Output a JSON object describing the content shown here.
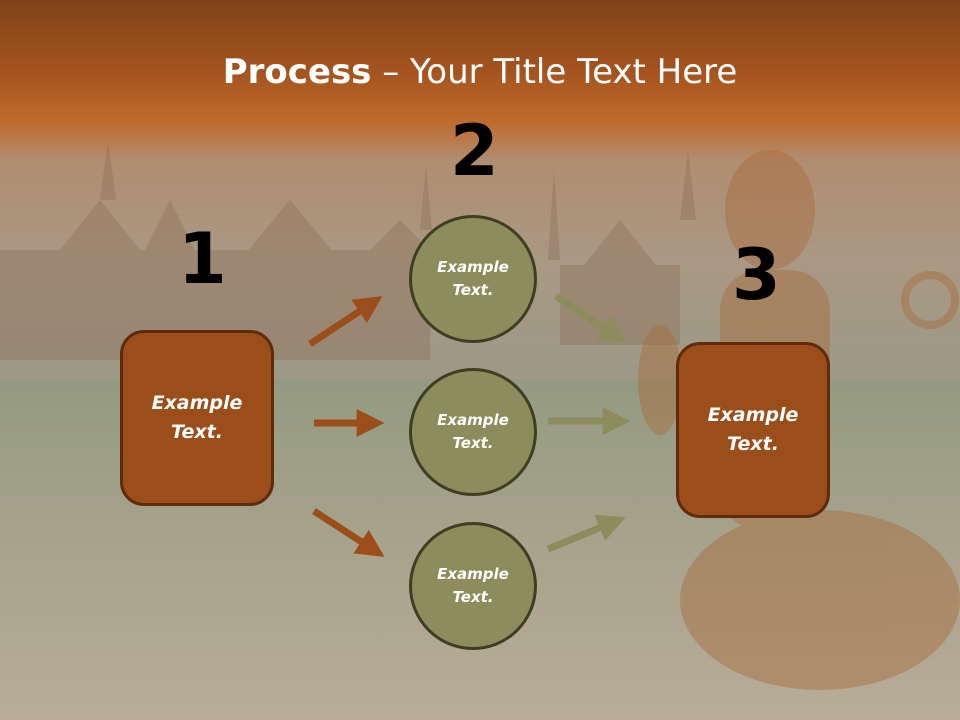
{
  "slide": {
    "title_bold": "Process",
    "title_rest": " – Your Title Text Here",
    "step_numbers": [
      "1",
      "2",
      "3"
    ],
    "left_box": {
      "label": "Example\nText."
    },
    "middle_circles": [
      {
        "label": "Example\nText."
      },
      {
        "label": "Example\nText."
      },
      {
        "label": "Example\nText."
      }
    ],
    "right_box": {
      "label": "Example\nText."
    }
  },
  "colors": {
    "header": "#a4531e",
    "box_fill": "#9c4e1a",
    "circle_fill": "#8c8c5c",
    "left_arrows": "#9c4e1a",
    "right_arrows": "#8c8c5c"
  }
}
